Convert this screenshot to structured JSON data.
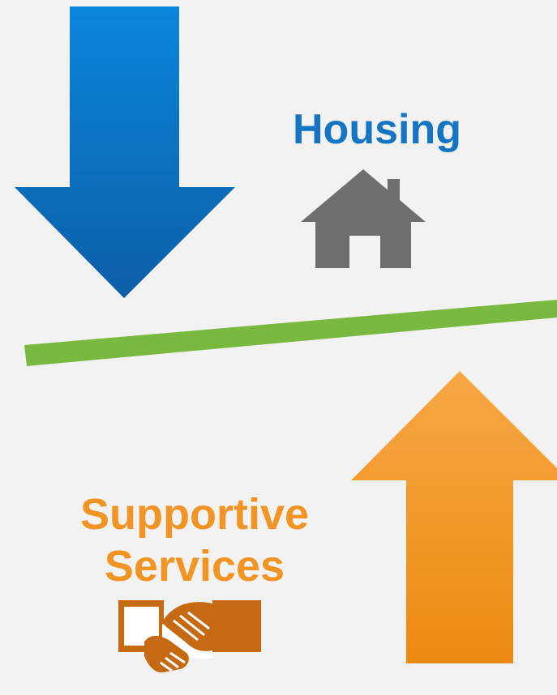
{
  "housing": {
    "label": "Housing",
    "color": "#1675c2",
    "icon": "house-icon",
    "icon_color": "#6d6e70"
  },
  "services": {
    "label_line1": "Supportive",
    "label_line2": "Services",
    "color": "#f29423",
    "icon": "handshake-icon",
    "icon_color": "#c56a12"
  },
  "down_arrow": {
    "color_top": "#0a86dc",
    "color_bottom": "#0d5ea6"
  },
  "up_arrow": {
    "color_top": "#f7a745",
    "color_bottom": "#ec8a10"
  },
  "balance_line": {
    "color": "#79b940"
  }
}
